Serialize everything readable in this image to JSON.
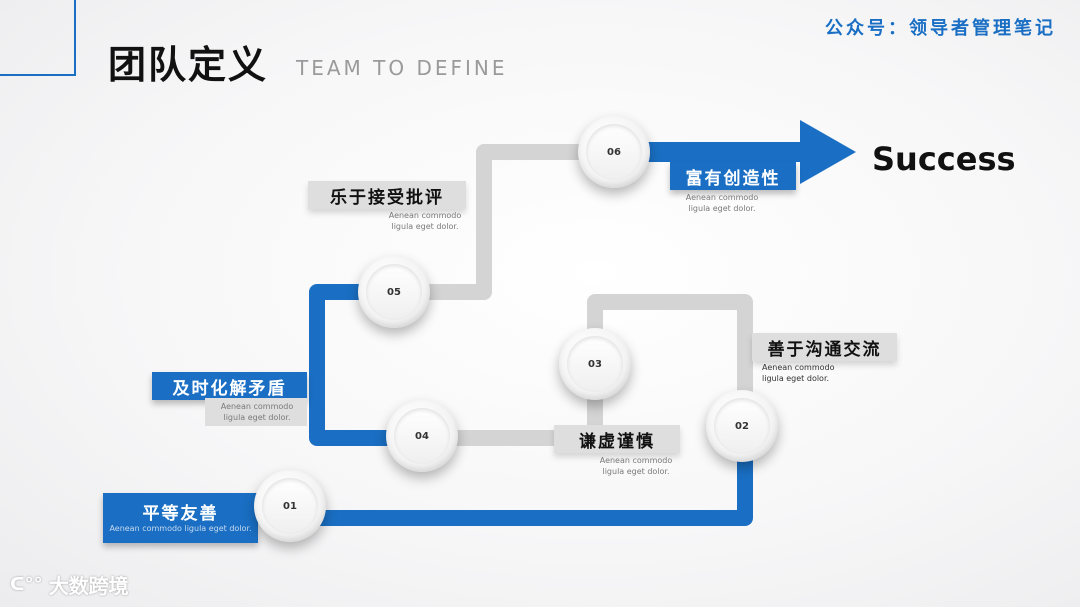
{
  "brand": "公众号：领导者管理笔记",
  "title": "团队定义",
  "subtitle": "TEAM TO DEFINE",
  "success": "Success",
  "steps": [
    {
      "num": "01",
      "label": "平等友善",
      "desc": "Aenean commodo ligula eget dolor."
    },
    {
      "num": "02",
      "label": "善于沟通交流",
      "desc": "Aenean commodo ligula eget dolor."
    },
    {
      "num": "03",
      "label": "谦虚谨慎",
      "desc": "Aenean commodo ligula eget dolor."
    },
    {
      "num": "04",
      "label": "及时化解矛盾",
      "desc": "Aenean commodo ligula eget dolor."
    },
    {
      "num": "05",
      "label": "乐于接受批评",
      "desc": "Aenean commodo ligula eget dolor."
    },
    {
      "num": "06",
      "label": "富有创造性",
      "desc": "Aenean commodo ligula eget dolor."
    }
  ],
  "watermark": "大数跨境",
  "colors": {
    "accent": "#1a6fc4",
    "track_gray": "#d4d4d4"
  }
}
